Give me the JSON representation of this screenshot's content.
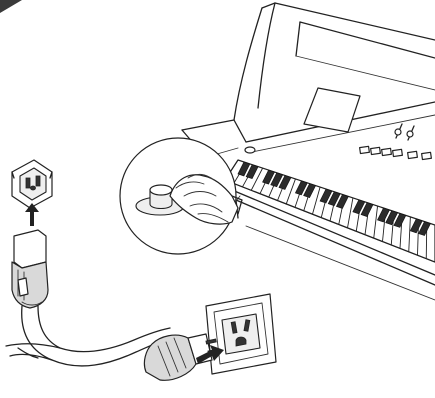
{
  "illustration": {
    "parts": [
      "piano-body",
      "piano-display",
      "piano-keyboard",
      "power-button",
      "hand-icon",
      "power-inlet",
      "up-arrow-icon",
      "iec-plug",
      "power-cord",
      "wall-outlet",
      "power-plug",
      "right-arrow-icon"
    ]
  },
  "colors": {
    "line": "#222222",
    "fill": "#ffffff",
    "shade": "#d9d9d9",
    "dark": "#333333"
  }
}
